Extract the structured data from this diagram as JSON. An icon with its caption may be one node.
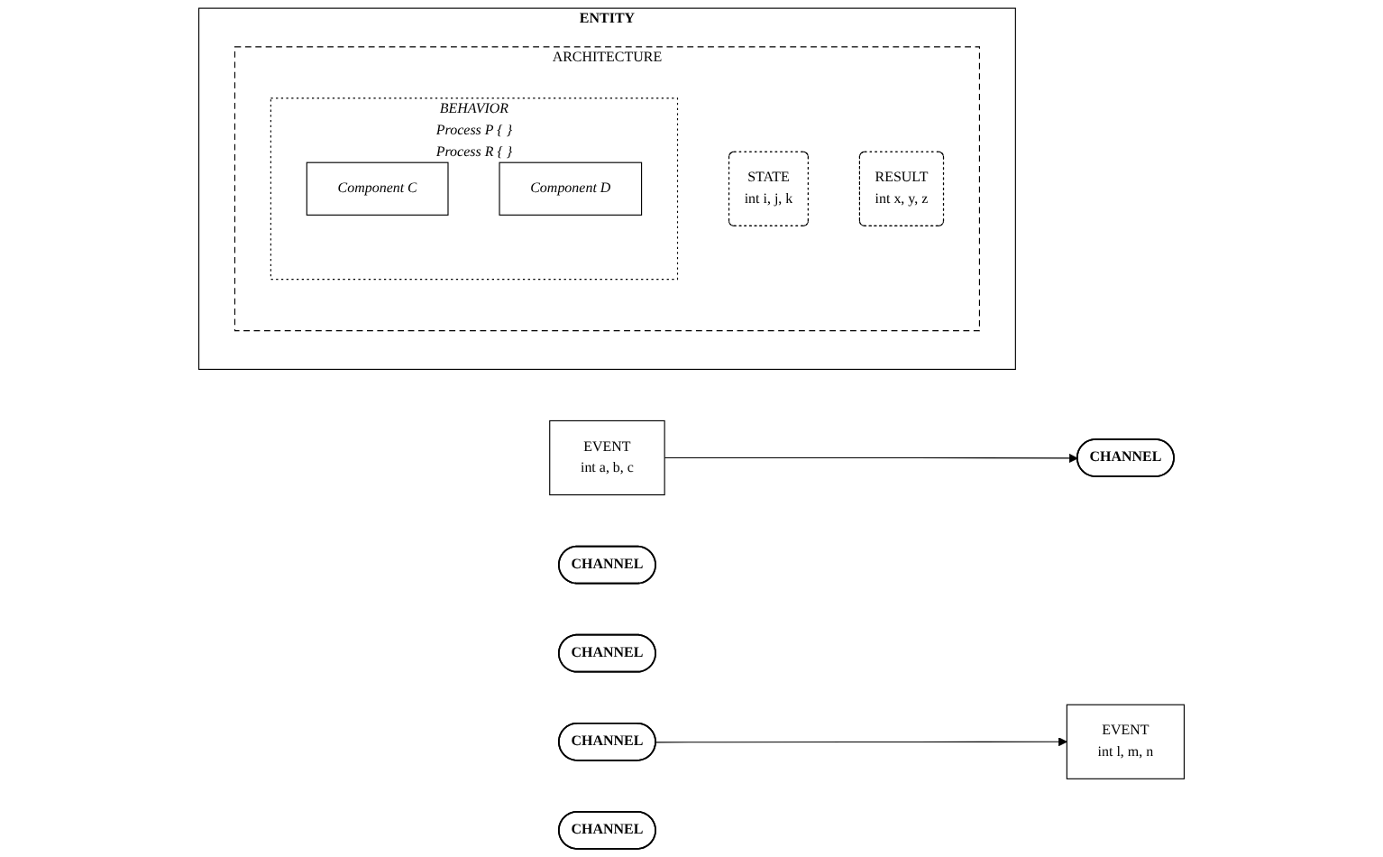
{
  "diagram": {
    "nodes": [
      {
        "text": [
          "EVENT",
          "int a, b, c"
        ]
      },
      {
        "text": [
          "CHANNEL"
        ]
      },
      {
        "text": [
          "CHANNEL"
        ]
      },
      {
        "text": [
          "CHANNEL"
        ]
      },
      {
        "text": [
          "ENTITY"
        ]
      },
      {
        "text": [
          "ARCHITECTURE"
        ],
        "in": 4
      },
      {
        "text": [
          "STATE",
          "int i, j, k"
        ],
        "in": 5
      },
      {
        "text": [
          "BEHAVIOR",
          "Process P { }",
          "Process R { }"
        ],
        "in": 5
      },
      {
        "text": [
          "Component C"
        ],
        "in": 7
      },
      {
        "text": [
          "Component D"
        ],
        "in": 7
      },
      {
        "text": [
          "RESULT",
          "int x, y, z"
        ],
        "in": 5
      },
      {
        "text": [
          "CHANNEL"
        ]
      },
      {
        "text": [
          "CHANNEL"
        ]
      },
      {
        "text": [
          "EVENT",
          "int l, m, n"
        ]
      }
    ],
    "edges": [
      {
        "from": 0,
        "to": 1,
        "arrow": "to"
      },
      {
        "from": 11,
        "to": 13,
        "arrow": "to"
      }
    ]
  }
}
